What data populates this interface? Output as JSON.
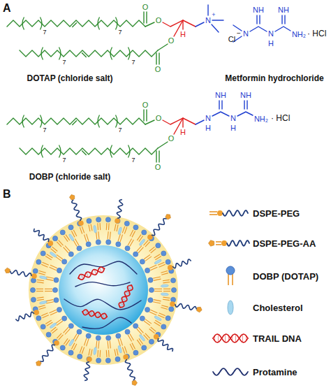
{
  "diagram": {
    "labels": [
      "A",
      "7",
      "7",
      "7",
      "7",
      "O",
      "O",
      "O",
      "O",
      "N",
      "+",
      "Cl",
      "−",
      "H",
      "DOTAP (chloride salt)",
      "NH",
      "NH",
      "N",
      "N",
      "H",
      "NH₂",
      "· HCl",
      "Metformin hydrochloride",
      "7",
      "7",
      "7",
      "7",
      "O",
      "O",
      "O",
      "O",
      "H",
      "N",
      "H",
      "NH",
      "N",
      "H",
      "NH",
      "NH₂",
      "· HCl",
      "DOBP (chloride salt)",
      "B"
    ],
    "legend": [
      {
        "text": "DSPE-PEG"
      },
      {
        "text": "DSPE-PEG-AA"
      },
      {
        "text": "DOBP (DOTAP)"
      },
      {
        "text": "Cholesterol"
      },
      {
        "text": "TRAIL DNA"
      },
      {
        "text": "Protamine"
      }
    ]
  }
}
